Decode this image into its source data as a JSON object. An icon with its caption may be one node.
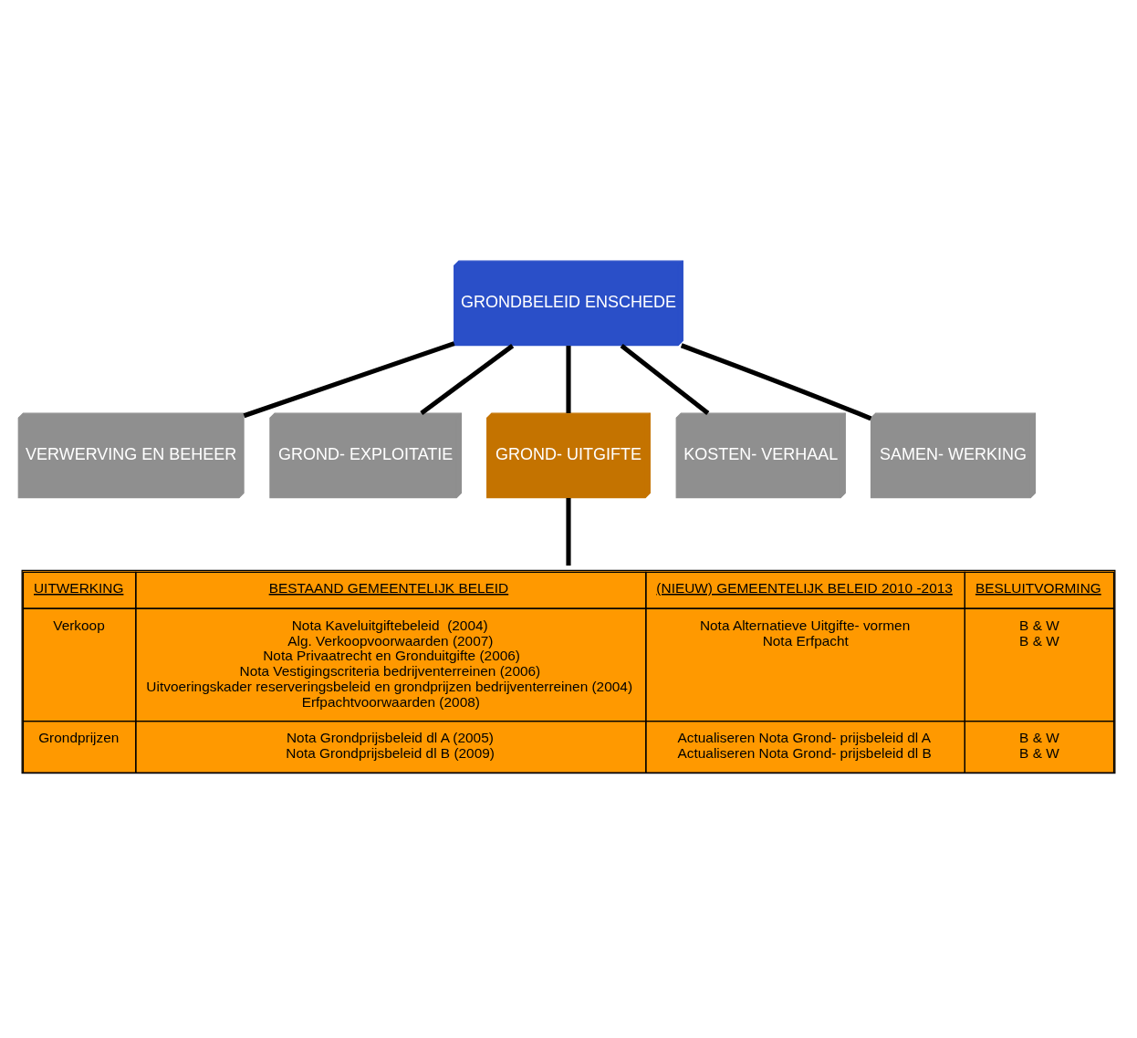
{
  "diagram": {
    "nodes": [
      {
        "text": [
          "GRONDBELEID ENSCHEDE"
        ]
      },
      {
        "text": [
          "VERWERVING EN BEHEER"
        ]
      },
      {
        "text": [
          "GROND- EXPLOITATIE"
        ]
      },
      {
        "text": [
          "GROND- UITGIFTE"
        ]
      },
      {
        "text": [
          "KOSTEN- VERHAAL"
        ]
      },
      {
        "text": [
          "SAMEN- WERKING"
        ]
      },
      {
        "text": [
          "UITWERKING",
          "BESTAAND GEMEENTELIJK BELEID",
          "(NIEUW) GEMEENTELIJK BELEID 2010 -2013",
          "BESLUITVORMING",
          "Verkoop",
          "Nota Kaveluitgiftebeleid  (2004)",
          "Alg. Verkoopvoorwaarden (2007)",
          "Nota Privaatrecht en Gronduitgifte (2006)",
          "Nota Vestigingscriteria bedrijventerreinen (2006)",
          "Uitvoeringskader reserveringsbeleid en grondprijzen bedrijventerreinen (2004)",
          "Erfpachtvoorwaarden (2008)",
          "Nota Alternatieve Uitgifte- vormen",
          "Nota Erfpacht",
          "B & W",
          "B & W",
          "Grondprijzen",
          "Nota Grondprijsbeleid dl A (2005)",
          "Nota Grondprijsbeleid dl B (2009)",
          "Actualiseren Nota Grond- prijsbeleid dl A",
          "Actualiseren Nota Grond- prijsbeleid dl B",
          "B & W",
          "B & W"
        ]
      }
    ],
    "edges": [
      {
        "from": 0,
        "to": 1,
        "arrow": "none"
      },
      {
        "from": 0,
        "to": 2,
        "arrow": "none"
      },
      {
        "from": 0,
        "to": 3,
        "arrow": "none"
      },
      {
        "from": 0,
        "to": 4,
        "arrow": "none"
      },
      {
        "from": 0,
        "to": 5,
        "arrow": "none"
      },
      {
        "from": 3,
        "to": 6,
        "arrow": "none"
      }
    ]
  }
}
